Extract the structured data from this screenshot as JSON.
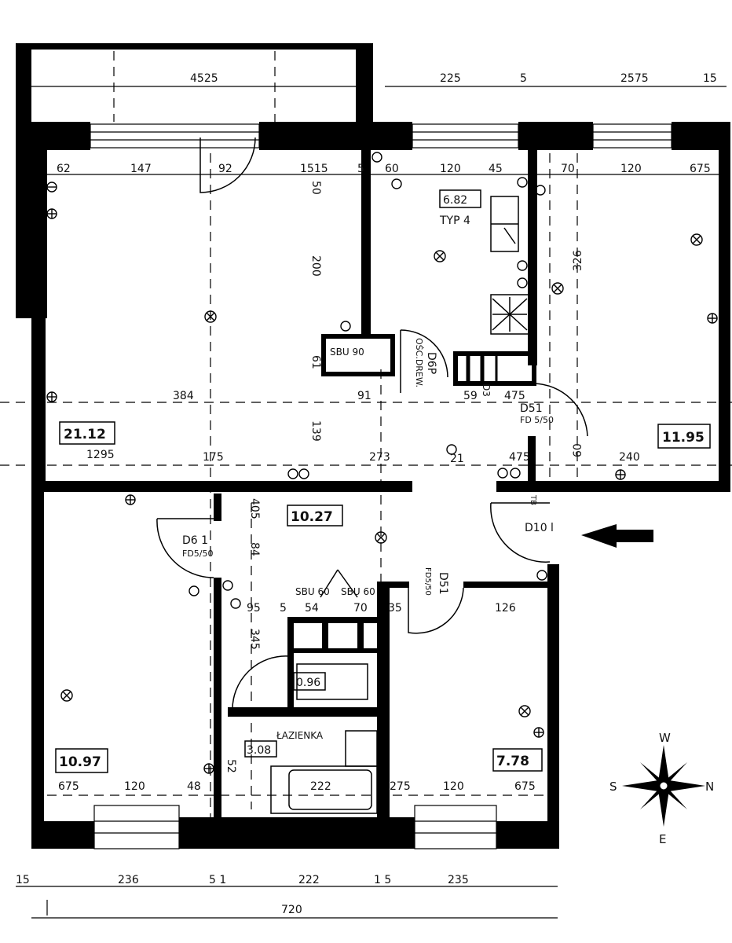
{
  "rooms": {
    "living": "21.12",
    "right_room": "11.95",
    "hall": "10.27",
    "left_bottom": "10.97",
    "right_bottom": "7.78",
    "bathroom": "3.08",
    "wc": "0.96",
    "kitchen": "6.82"
  },
  "labels": {
    "kitchen_type": "TYP 4",
    "bathroom": "ŁAZIENKA",
    "sbu90": "SBU 90",
    "sbu60a": "SBU 60",
    "sbu60b": "SBU 60",
    "d6p": "D6P",
    "osc": "OŚC.DREW.",
    "d3": "D3",
    "d51_top": "D51",
    "fd550_top": "FD 5/50",
    "d61": "D6 1",
    "fd550_left": "FD5/50",
    "d51_mid": "D51",
    "fd550_mid": "FD5/50",
    "d10": "D10 l",
    "tb": "TB"
  },
  "dimensions": {
    "top_balcony": "4525",
    "top_225": "225",
    "top_5": "5",
    "top_2575": "2575",
    "top_15": "15",
    "r_62": "62",
    "r_147": "147",
    "r_92": "92",
    "r_1515": "1515",
    "r_5a": "5",
    "r_60": "60",
    "r_120a": "120",
    "r_45": "45",
    "r_70": "70",
    "r_120b": "120",
    "r_675": "675",
    "v_50": "50",
    "v_200": "200",
    "v_326": "326",
    "v_61": "61",
    "h_384": "384",
    "h_91": "91",
    "h_59": "59",
    "h_475": "475",
    "h_1295": "1295",
    "v_139": "139",
    "h_175": "175",
    "h_273": "273",
    "h_21": "21",
    "h_475b": "475",
    "v_60": "60",
    "h_240": "240",
    "v_405": "405",
    "v_84": "84",
    "h_95": "95",
    "h_5b": "5",
    "h_54": "54",
    "h_70b": "70",
    "h_35": "35",
    "h_126": "126",
    "v_345": "345",
    "v_52": "52",
    "h_675b": "675",
    "h_120c": "120",
    "h_48": "48",
    "h_222": "222",
    "h_275": "275",
    "h_120d": "120",
    "h_675c": "675",
    "b_15": "15",
    "b_236": "236",
    "b_51": "5 1",
    "b_222": "222",
    "b_15b": "1 5",
    "b_235": "235",
    "b_720": "720"
  },
  "compass": {
    "w": "W",
    "s": "S",
    "n": "N",
    "e": "E"
  }
}
